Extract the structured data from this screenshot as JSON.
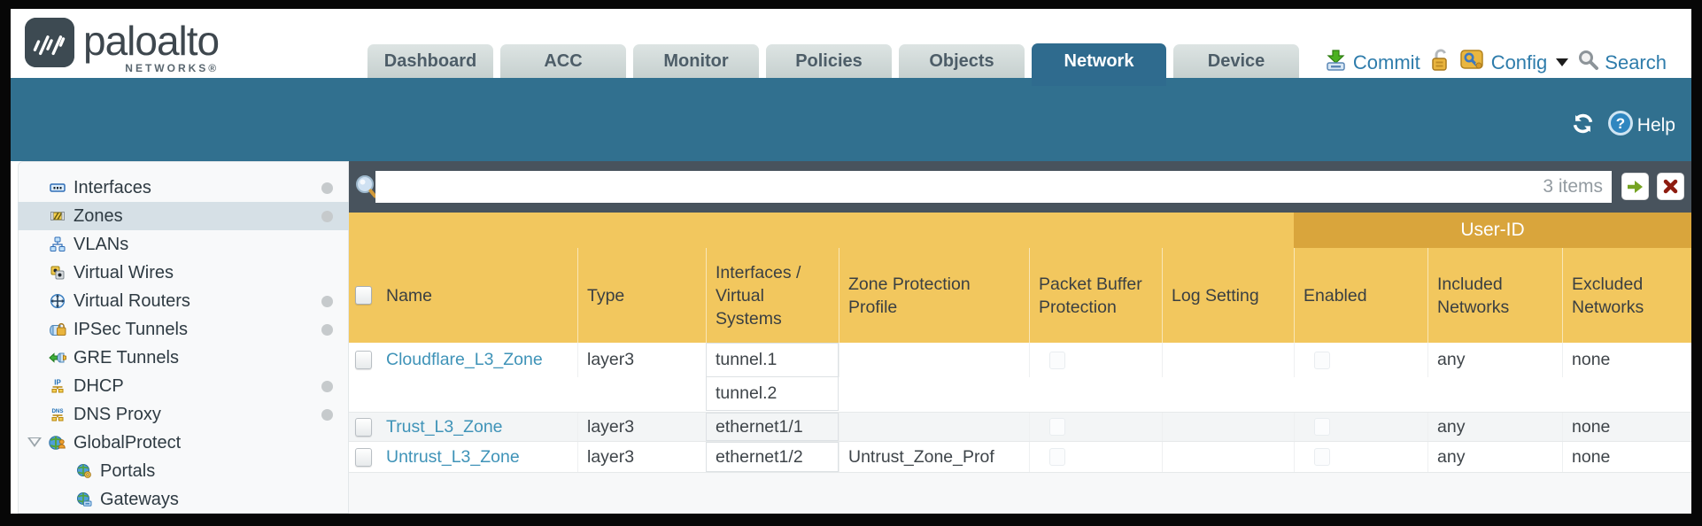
{
  "brand": {
    "name": "paloalto",
    "subtitle": "NETWORKS®"
  },
  "nav_tabs": [
    {
      "label": "Dashboard",
      "active": false
    },
    {
      "label": "ACC",
      "active": false
    },
    {
      "label": "Monitor",
      "active": false
    },
    {
      "label": "Policies",
      "active": false
    },
    {
      "label": "Objects",
      "active": false
    },
    {
      "label": "Network",
      "active": true
    },
    {
      "label": "Device",
      "active": false
    }
  ],
  "header_actions": {
    "commit": "Commit",
    "config": "Config",
    "search": "Search"
  },
  "band": {
    "help": "Help"
  },
  "sidebar": {
    "items": [
      {
        "label": "Interfaces",
        "icon": "interfaces-icon",
        "dot": true,
        "selected": false
      },
      {
        "label": "Zones",
        "icon": "zones-icon",
        "dot": true,
        "selected": true
      },
      {
        "label": "VLANs",
        "icon": "vlans-icon",
        "dot": false,
        "selected": false
      },
      {
        "label": "Virtual Wires",
        "icon": "virtual-wires-icon",
        "dot": false,
        "selected": false
      },
      {
        "label": "Virtual Routers",
        "icon": "virtual-routers-icon",
        "dot": true,
        "selected": false
      },
      {
        "label": "IPSec Tunnels",
        "icon": "ipsec-tunnels-icon",
        "dot": true,
        "selected": false
      },
      {
        "label": "GRE Tunnels",
        "icon": "gre-tunnels-icon",
        "dot": false,
        "selected": false
      },
      {
        "label": "DHCP",
        "icon": "dhcp-icon",
        "dot": true,
        "selected": false
      },
      {
        "label": "DNS Proxy",
        "icon": "dns-proxy-icon",
        "dot": true,
        "selected": false
      },
      {
        "label": "GlobalProtect",
        "icon": "globalprotect-icon",
        "dot": false,
        "selected": false,
        "expanded": true
      },
      {
        "label": "Portals",
        "icon": "portals-icon",
        "dot": false,
        "selected": false,
        "child": true
      },
      {
        "label": "Gateways",
        "icon": "gateways-icon",
        "dot": false,
        "selected": false,
        "child": true
      }
    ]
  },
  "filter": {
    "value": "",
    "count": "3 items"
  },
  "table": {
    "group_header": "User-ID",
    "columns": [
      "Name",
      "Type",
      "Interfaces / Virtual Systems",
      "Zone Protection Profile",
      "Packet Buffer Protection",
      "Log Setting",
      "Enabled",
      "Included Networks",
      "Excluded Networks"
    ],
    "rows": [
      {
        "name": "Cloudflare_L3_Zone",
        "type": "layer3",
        "interfaces": [
          "tunnel.1",
          "tunnel.2"
        ],
        "zone_protection_profile": "",
        "log_setting": "",
        "included_networks": "any",
        "excluded_networks": "none"
      },
      {
        "name": "Trust_L3_Zone",
        "type": "layer3",
        "interfaces": [
          "ethernet1/1"
        ],
        "zone_protection_profile": "",
        "log_setting": "",
        "included_networks": "any",
        "excluded_networks": "none"
      },
      {
        "name": "Untrust_L3_Zone",
        "type": "layer3",
        "interfaces": [
          "ethernet1/2"
        ],
        "zone_protection_profile": "Untrust_Zone_Prof",
        "log_setting": "",
        "included_networks": "any",
        "excluded_networks": "none"
      }
    ]
  }
}
